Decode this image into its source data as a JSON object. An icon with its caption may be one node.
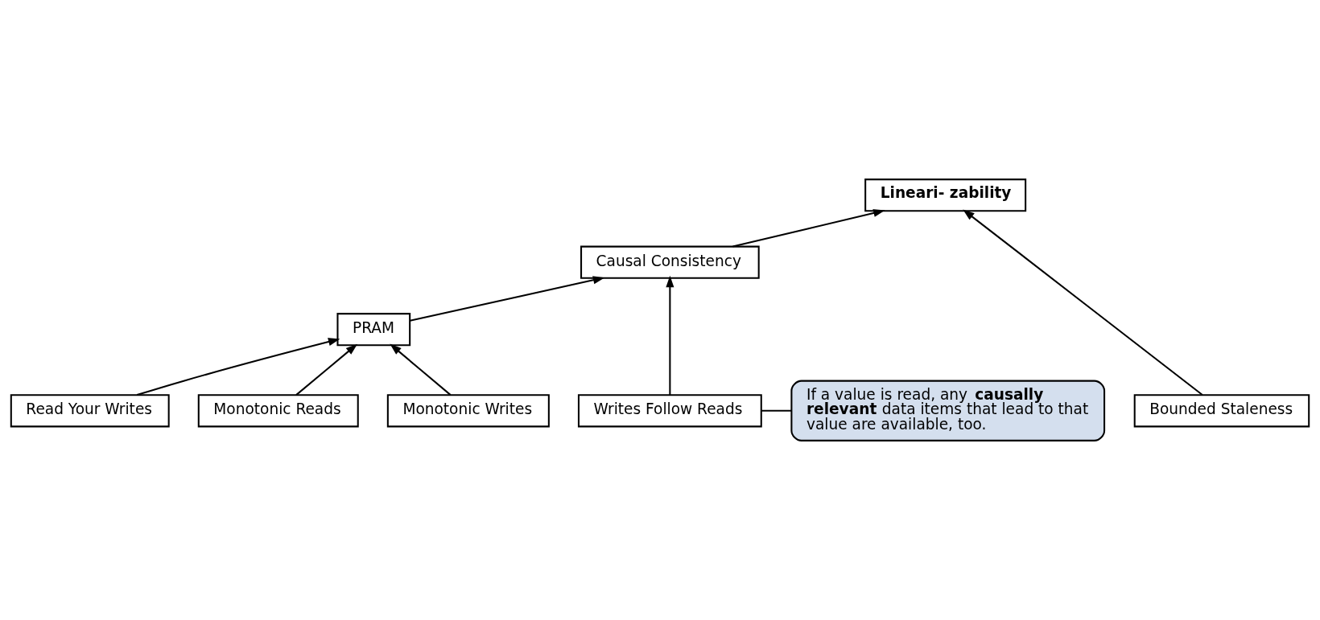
{
  "diagram": {
    "nodes": [
      {
        "text": [
          "Lineari- zability"
        ]
      },
      {
        "text": [
          "Causal Consistency"
        ]
      },
      {
        "text": [
          "If a value is read, any **causally relevant** data items that lead to that value are available, too."
        ]
      },
      {
        "text": [
          "PRAM"
        ]
      },
      {
        "text": [
          "Writes Follow Reads"
        ]
      },
      {
        "text": [
          "Read Your Writes"
        ]
      },
      {
        "text": [
          "Monotonic Reads"
        ]
      },
      {
        "text": [
          "Monotonic Writes"
        ]
      },
      {
        "text": [
          "Bounded Staleness"
        ]
      }
    ],
    "edges": [
      {
        "from": 1,
        "to": 0,
        "arrow": "to"
      },
      {
        "from": 8,
        "to": 0,
        "arrow": "to"
      },
      {
        "from": 3,
        "to": 1,
        "arrow": "to"
      },
      {
        "from": 4,
        "to": 1,
        "arrow": "to"
      },
      {
        "from": 5,
        "to": 3,
        "arrow": "to"
      },
      {
        "from": 6,
        "to": 3,
        "arrow": "to"
      },
      {
        "from": 7,
        "to": 3,
        "arrow": "to"
      },
      {
        "from": 2,
        "to": 4,
        "arrow": "none"
      }
    ]
  }
}
